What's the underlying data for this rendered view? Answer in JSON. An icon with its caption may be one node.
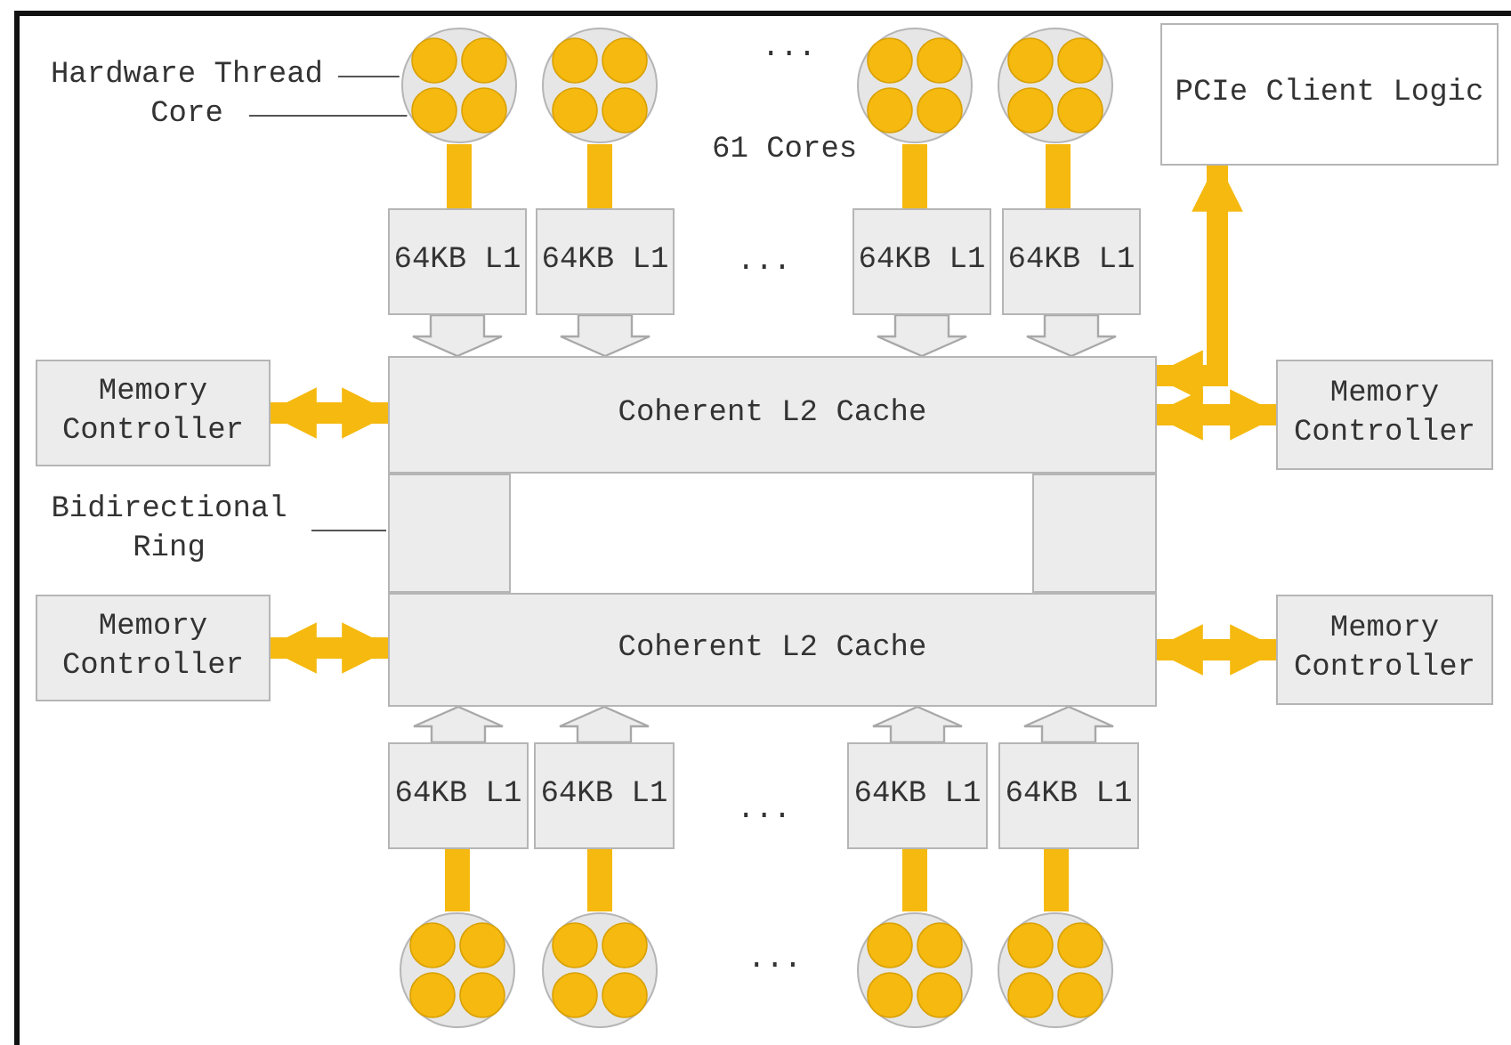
{
  "diagram": {
    "nodes": [
      {
        "text": [
          "Hardware Thread"
        ]
      },
      {
        "text": [
          "Core"
        ]
      },
      {
        "text": [],
        "shape": "circle"
      },
      {
        "text": [],
        "shape": "circle"
      },
      {
        "text": [],
        "shape": "circle"
      },
      {
        "text": [],
        "shape": "circle"
      },
      {
        "text": [
          "PCIe Client Logic"
        ]
      },
      {
        "text": [
          "64KB L1"
        ]
      },
      {
        "text": [
          "64KB L1"
        ]
      },
      {
        "text": [
          "64KB L1"
        ]
      },
      {
        "text": [
          "64KB L1"
        ]
      },
      {
        "text": [
          "Memory Controller"
        ]
      },
      {
        "text": [
          "Coherent L2 Cache"
        ]
      },
      {
        "text": [
          "Memory Controller"
        ]
      },
      {
        "text": [
          "Bidirectional Ring"
        ]
      },
      {
        "text": [],
        "shape": "box"
      },
      {
        "text": [],
        "shape": "box"
      },
      {
        "text": [
          "Memory Controller"
        ]
      },
      {
        "text": [
          "Coherent L2 Cache"
        ]
      },
      {
        "text": [
          "Memory Controller"
        ]
      },
      {
        "text": [
          "64KB L1"
        ]
      },
      {
        "text": [
          "64KB L1"
        ]
      },
      {
        "text": [
          "64KB L1"
        ]
      },
      {
        "text": [
          "64KB L1"
        ]
      },
      {
        "text": [],
        "shape": "circle"
      },
      {
        "text": [],
        "shape": "circle"
      },
      {
        "text": [],
        "shape": "circle"
      },
      {
        "text": [],
        "shape": "circle"
      }
    ],
    "edges": [
      {
        "from": 0,
        "to": 2,
        "arrow": "none",
        "color": "#555555"
      },
      {
        "from": 1,
        "to": 2,
        "arrow": "none",
        "color": "#555555"
      },
      {
        "from": 2,
        "to": 7,
        "arrow": "none"
      },
      {
        "from": 3,
        "to": 8,
        "arrow": "none"
      },
      {
        "from": 4,
        "to": 9,
        "arrow": "none"
      },
      {
        "from": 5,
        "to": 10,
        "arrow": "none"
      },
      {
        "from": 7,
        "to": 12,
        "arrow": "to",
        "color": "#a8a8a8"
      },
      {
        "from": 8,
        "to": 12,
        "arrow": "to",
        "color": "#a8a8a8"
      },
      {
        "from": 9,
        "to": 12,
        "arrow": "to",
        "color": "#a8a8a8"
      },
      {
        "from": 10,
        "to": 12,
        "arrow": "to",
        "color": "#a8a8a8"
      },
      {
        "from": 11,
        "to": 12,
        "arrow": "both"
      },
      {
        "from": 13,
        "to": 12,
        "arrow": "both"
      },
      {
        "from": 6,
        "to": 12,
        "arrow": "both"
      },
      {
        "from": 14,
        "to": 15,
        "arrow": "none",
        "color": "#555555"
      },
      {
        "from": 17,
        "to": 18,
        "arrow": "both"
      },
      {
        "from": 19,
        "to": 18,
        "arrow": "both"
      },
      {
        "from": 20,
        "to": 18,
        "arrow": "to",
        "color": "#a8a8a8"
      },
      {
        "from": 21,
        "to": 18,
        "arrow": "to",
        "color": "#a8a8a8"
      },
      {
        "from": 22,
        "to": 18,
        "arrow": "to",
        "color": "#a8a8a8"
      },
      {
        "from": 23,
        "to": 18,
        "arrow": "to",
        "color": "#a8a8a8"
      },
      {
        "from": 24,
        "to": 20,
        "arrow": "none"
      },
      {
        "from": 25,
        "to": 21,
        "arrow": "none"
      },
      {
        "from": 26,
        "to": 22,
        "arrow": "none"
      },
      {
        "from": 27,
        "to": 23,
        "arrow": "none"
      }
    ],
    "labels": [
      "...",
      "61 Cores",
      "...",
      "...",
      "..."
    ]
  }
}
